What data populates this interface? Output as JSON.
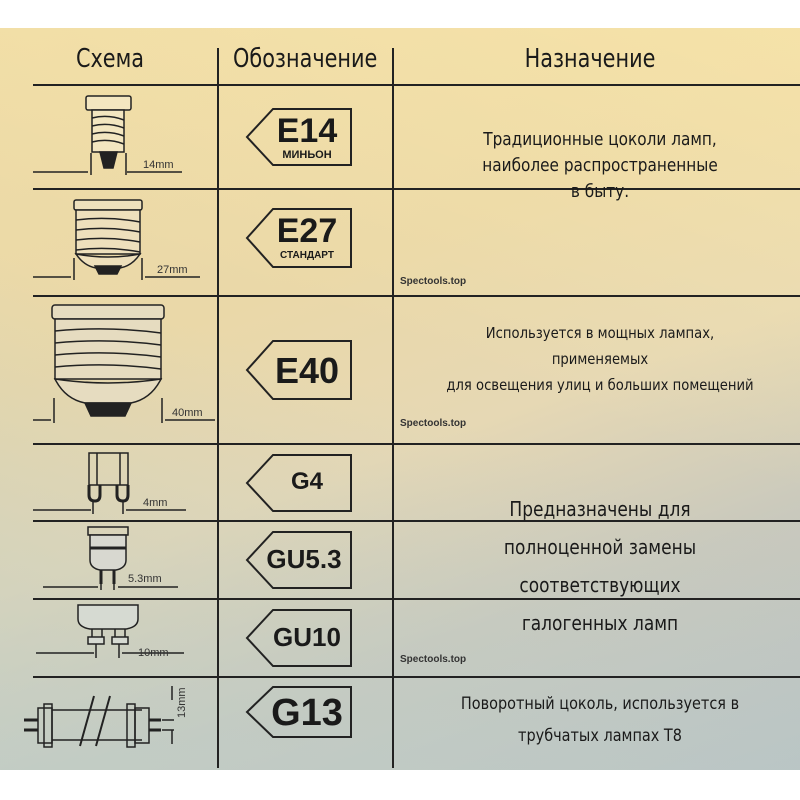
{
  "header": {
    "col1": "Схема",
    "col2": "Обозначение",
    "col3": "Назначение"
  },
  "rows": [
    {
      "code": "E14",
      "sub": "МИНЬОН",
      "dim": "14mm"
    },
    {
      "code": "E27",
      "sub": "СТАНДАРТ",
      "dim": "27mm"
    },
    {
      "code": "E40",
      "sub": "",
      "dim": "40mm"
    },
    {
      "code": "G4",
      "dim": "4mm"
    },
    {
      "code": "GU5.3",
      "dim": "5.3mm"
    },
    {
      "code": "GU10",
      "dim": "10mm"
    },
    {
      "code": "G13",
      "dim": "13mm"
    }
  ],
  "descriptions": [
    [
      "Традиционные цоколи ламп,",
      "наиболее распространенные",
      "в быту."
    ],
    [
      "Используется в мощных лампах,",
      "применяемых",
      "для освещения улиц и больших помещений"
    ],
    [
      "Предназначены для",
      "полноценной замены",
      "соответствующих",
      "галогенных ламп"
    ],
    [
      "Поворотный цоколь, используется в",
      "трубчатых лампах Т8"
    ]
  ],
  "watermark": "Spectools.top"
}
